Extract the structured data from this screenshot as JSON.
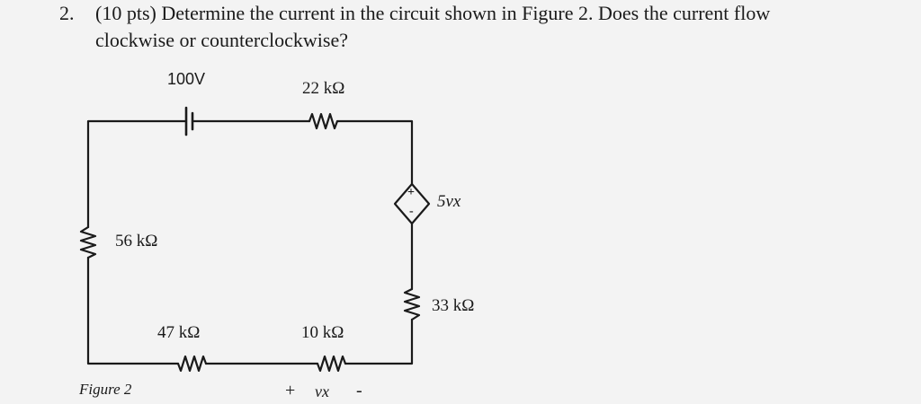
{
  "question": {
    "number": "2.",
    "line1": "(10 pts) Determine the current in the circuit shown in Figure 2. Does the current flow",
    "line2": "clockwise or counterclockwise?"
  },
  "circuit": {
    "source_label": "100V",
    "r_top_label": "22 kΩ",
    "r_left_label": "56 kΩ",
    "r_bottom_left_label": "47 kΩ",
    "r_bottom_right_label": "10 kΩ",
    "r_right_label": "33 kΩ",
    "dep_source_label": "5vx",
    "dep_plus": "+",
    "dep_minus": "-",
    "vx_plus": "+",
    "vx_label": "vx",
    "vx_minus": "-",
    "figure_caption": "Figure 2"
  }
}
